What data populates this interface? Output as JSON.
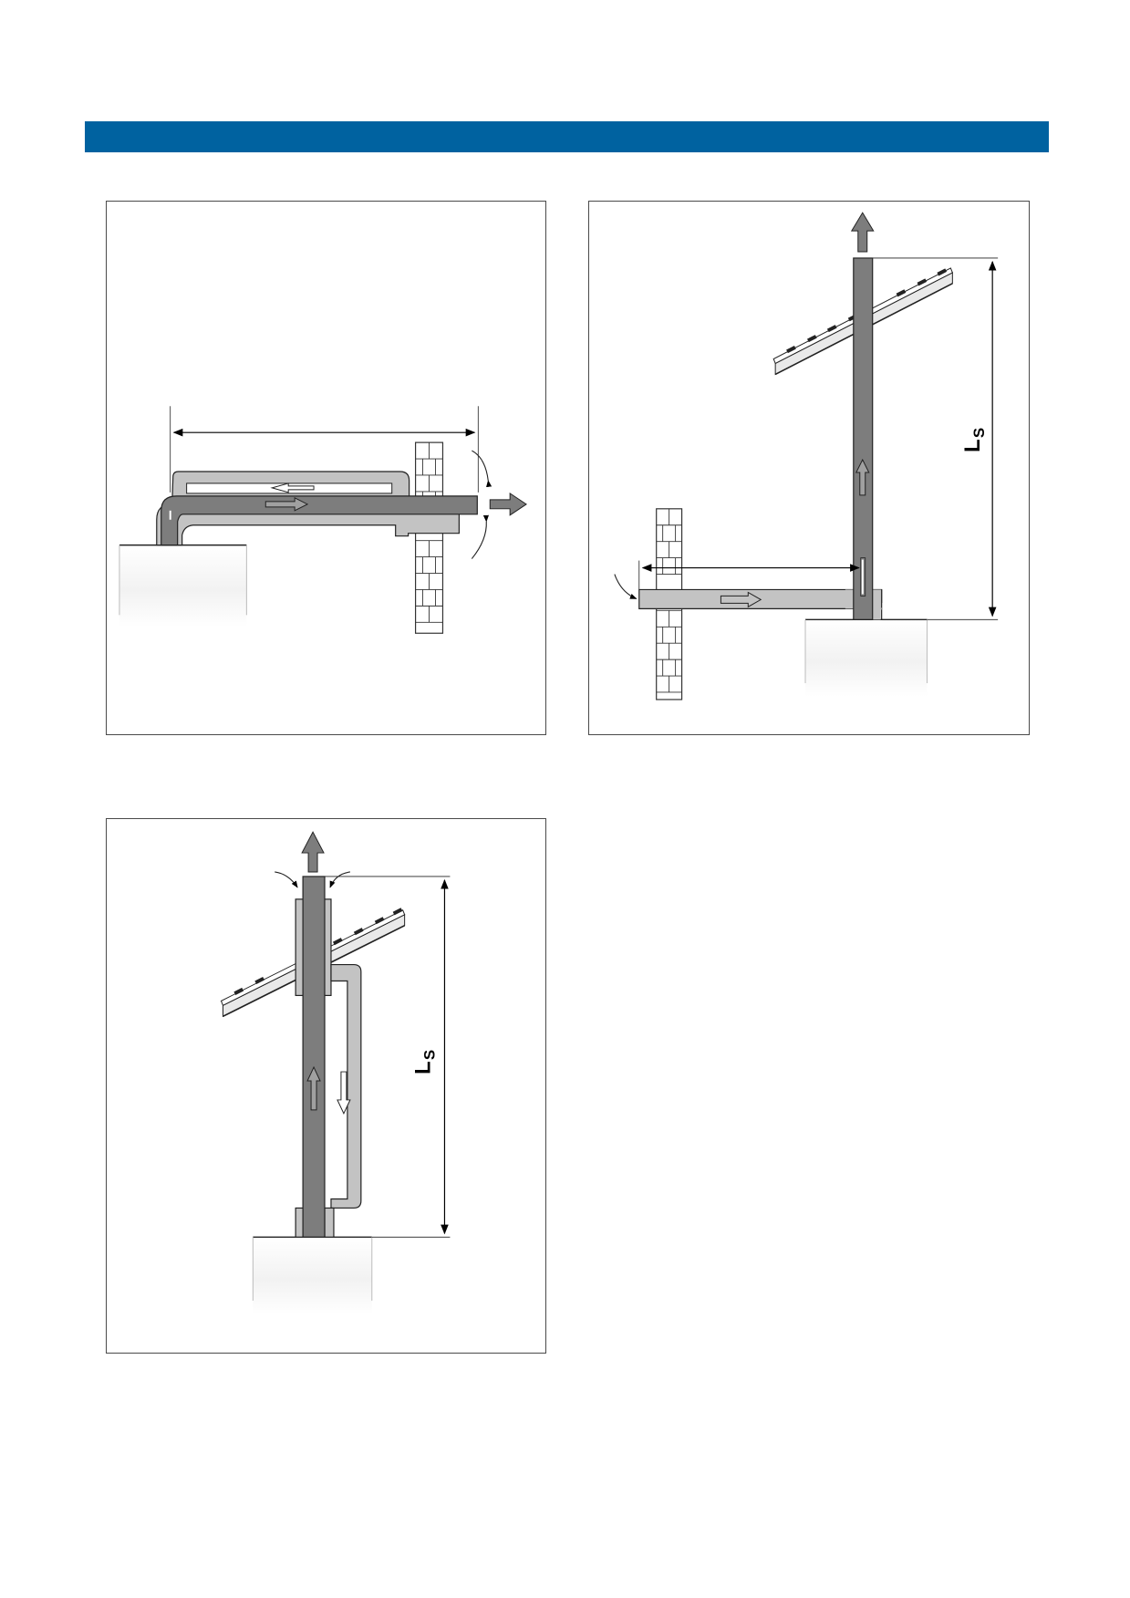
{
  "colors": {
    "header": "#0062a0",
    "flue_dark": "#7d7d7d",
    "air_light": "#c3c3c3",
    "outline": "#222222"
  },
  "panels": {
    "vertical_separate": {
      "dim_main": "L",
      "dim_sub": "S"
    },
    "vertical_concentric": {
      "dim_main": "L",
      "dim_sub": "S"
    }
  }
}
